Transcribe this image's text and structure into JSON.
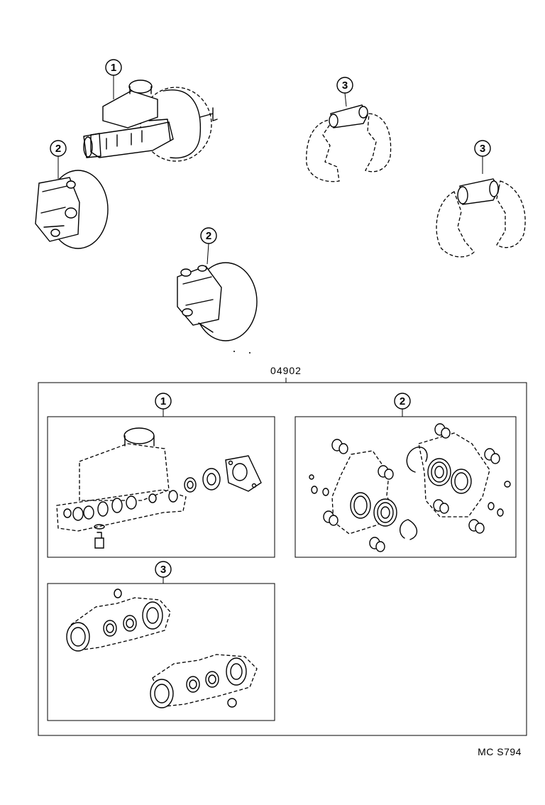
{
  "diagram": {
    "kit_number": "04902",
    "catalog_code": "MC  S794",
    "callouts": {
      "master_cylinder": "1",
      "front_caliper_left": "2",
      "front_caliper_bottom": "2",
      "rear_wheel_cylinder_left": "3",
      "rear_wheel_cylinder_right": "3",
      "kit_master_cylinder": "1",
      "kit_caliper": "2",
      "kit_wheel_cylinder": "3"
    }
  }
}
